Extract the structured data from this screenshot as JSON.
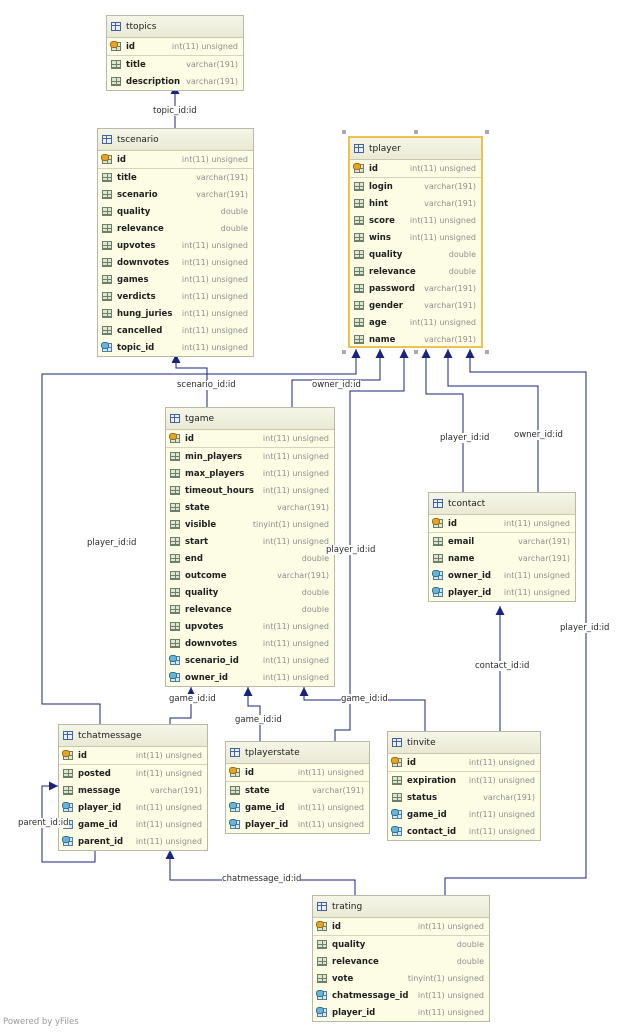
{
  "tables": [
    {
      "id": "ttopics",
      "name": "ttopics",
      "columns": [
        {
          "name": "id",
          "type": "int(11) unsigned",
          "kind": "pk"
        },
        {
          "name": "title",
          "type": "varchar(191)",
          "kind": "col"
        },
        {
          "name": "description",
          "type": "varchar(191)",
          "kind": "col"
        }
      ]
    },
    {
      "id": "tscenario",
      "name": "tscenario",
      "columns": [
        {
          "name": "id",
          "type": "int(11) unsigned",
          "kind": "pk"
        },
        {
          "name": "title",
          "type": "varchar(191)",
          "kind": "col"
        },
        {
          "name": "scenario",
          "type": "varchar(191)",
          "kind": "col"
        },
        {
          "name": "quality",
          "type": "double",
          "kind": "col"
        },
        {
          "name": "relevance",
          "type": "double",
          "kind": "col"
        },
        {
          "name": "upvotes",
          "type": "int(11) unsigned",
          "kind": "col"
        },
        {
          "name": "downvotes",
          "type": "int(11) unsigned",
          "kind": "col"
        },
        {
          "name": "games",
          "type": "int(11) unsigned",
          "kind": "col"
        },
        {
          "name": "verdicts",
          "type": "int(11) unsigned",
          "kind": "col"
        },
        {
          "name": "hung_juries",
          "type": "int(11) unsigned",
          "kind": "col"
        },
        {
          "name": "cancelled",
          "type": "int(11) unsigned",
          "kind": "col"
        },
        {
          "name": "topic_id",
          "type": "int(11) unsigned",
          "kind": "fk"
        }
      ]
    },
    {
      "id": "tplayer",
      "name": "tplayer",
      "selected": true,
      "columns": [
        {
          "name": "id",
          "type": "int(11) unsigned",
          "kind": "pk"
        },
        {
          "name": "login",
          "type": "varchar(191)",
          "kind": "col"
        },
        {
          "name": "hint",
          "type": "varchar(191)",
          "kind": "col"
        },
        {
          "name": "score",
          "type": "int(11) unsigned",
          "kind": "col"
        },
        {
          "name": "wins",
          "type": "int(11) unsigned",
          "kind": "col"
        },
        {
          "name": "quality",
          "type": "double",
          "kind": "col"
        },
        {
          "name": "relevance",
          "type": "double",
          "kind": "col"
        },
        {
          "name": "password",
          "type": "varchar(191)",
          "kind": "col"
        },
        {
          "name": "gender",
          "type": "varchar(191)",
          "kind": "col"
        },
        {
          "name": "age",
          "type": "int(11) unsigned",
          "kind": "col"
        },
        {
          "name": "name",
          "type": "varchar(191)",
          "kind": "col"
        }
      ]
    },
    {
      "id": "tgame",
      "name": "tgame",
      "columns": [
        {
          "name": "id",
          "type": "int(11) unsigned",
          "kind": "pk"
        },
        {
          "name": "min_players",
          "type": "int(11) unsigned",
          "kind": "col"
        },
        {
          "name": "max_players",
          "type": "int(11) unsigned",
          "kind": "col"
        },
        {
          "name": "timeout_hours",
          "type": "int(11) unsigned",
          "kind": "col"
        },
        {
          "name": "state",
          "type": "varchar(191)",
          "kind": "col"
        },
        {
          "name": "visible",
          "type": "tinyint(1) unsigned",
          "kind": "col"
        },
        {
          "name": "start",
          "type": "int(11) unsigned",
          "kind": "col"
        },
        {
          "name": "end",
          "type": "double",
          "kind": "col"
        },
        {
          "name": "outcome",
          "type": "varchar(191)",
          "kind": "col"
        },
        {
          "name": "quality",
          "type": "double",
          "kind": "col"
        },
        {
          "name": "relevance",
          "type": "double",
          "kind": "col"
        },
        {
          "name": "upvotes",
          "type": "int(11) unsigned",
          "kind": "col"
        },
        {
          "name": "downvotes",
          "type": "int(11) unsigned",
          "kind": "col"
        },
        {
          "name": "scenario_id",
          "type": "int(11) unsigned",
          "kind": "fk"
        },
        {
          "name": "owner_id",
          "type": "int(11) unsigned",
          "kind": "fk"
        }
      ]
    },
    {
      "id": "tcontact",
      "name": "tcontact",
      "columns": [
        {
          "name": "id",
          "type": "int(11) unsigned",
          "kind": "pk"
        },
        {
          "name": "email",
          "type": "varchar(191)",
          "kind": "col"
        },
        {
          "name": "name",
          "type": "varchar(191)",
          "kind": "col"
        },
        {
          "name": "owner_id",
          "type": "int(11) unsigned",
          "kind": "fk"
        },
        {
          "name": "player_id",
          "type": "int(11) unsigned",
          "kind": "fk"
        }
      ]
    },
    {
      "id": "tchatmessage",
      "name": "tchatmessage",
      "columns": [
        {
          "name": "id",
          "type": "int(11) unsigned",
          "kind": "pk"
        },
        {
          "name": "posted",
          "type": "int(11) unsigned",
          "kind": "col"
        },
        {
          "name": "message",
          "type": "varchar(191)",
          "kind": "col"
        },
        {
          "name": "player_id",
          "type": "int(11) unsigned",
          "kind": "fk"
        },
        {
          "name": "game_id",
          "type": "int(11) unsigned",
          "kind": "fk"
        },
        {
          "name": "parent_id",
          "type": "int(11) unsigned",
          "kind": "fk"
        }
      ]
    },
    {
      "id": "tplayerstate",
      "name": "tplayerstate",
      "columns": [
        {
          "name": "id",
          "type": "int(11) unsigned",
          "kind": "pk"
        },
        {
          "name": "state",
          "type": "varchar(191)",
          "kind": "col"
        },
        {
          "name": "game_id",
          "type": "int(11) unsigned",
          "kind": "fk"
        },
        {
          "name": "player_id",
          "type": "int(11) unsigned",
          "kind": "fk"
        }
      ]
    },
    {
      "id": "tinvite",
      "name": "tinvite",
      "columns": [
        {
          "name": "id",
          "type": "int(11) unsigned",
          "kind": "pk"
        },
        {
          "name": "expiration",
          "type": "int(11) unsigned",
          "kind": "col"
        },
        {
          "name": "status",
          "type": "varchar(191)",
          "kind": "col"
        },
        {
          "name": "game_id",
          "type": "int(11) unsigned",
          "kind": "fk"
        },
        {
          "name": "contact_id",
          "type": "int(11) unsigned",
          "kind": "fk"
        }
      ]
    },
    {
      "id": "trating",
      "name": "trating",
      "columns": [
        {
          "name": "id",
          "type": "int(11) unsigned",
          "kind": "pk"
        },
        {
          "name": "quality",
          "type": "double",
          "kind": "col"
        },
        {
          "name": "relevance",
          "type": "double",
          "kind": "col"
        },
        {
          "name": "vote",
          "type": "tinyint(1) unsigned",
          "kind": "col"
        },
        {
          "name": "chatmessage_id",
          "type": "int(11) unsigned",
          "kind": "fk"
        },
        {
          "name": "player_id",
          "type": "int(11) unsigned",
          "kind": "fk"
        }
      ]
    }
  ],
  "edges": [
    {
      "id": "e-topic",
      "label": "topic_id:id",
      "from": "tscenario",
      "to": "ttopics"
    },
    {
      "id": "e-scenario",
      "label": "scenario_id:id",
      "from": "tgame",
      "to": "tscenario"
    },
    {
      "id": "e-owner-game",
      "label": "owner_id:id",
      "from": "tgame",
      "to": "tplayer"
    },
    {
      "id": "e-player-chat",
      "label": "player_id:id",
      "from": "tchatmessage",
      "to": "tplayer"
    },
    {
      "id": "e-player-state",
      "label": "player_id:id",
      "from": "tplayerstate",
      "to": "tplayer"
    },
    {
      "id": "e-player-contact",
      "label": "player_id:id",
      "from": "tcontact",
      "to": "tplayer"
    },
    {
      "id": "e-owner-contact",
      "label": "owner_id:id",
      "from": "tcontact",
      "to": "tplayer"
    },
    {
      "id": "e-player-rating",
      "label": "player_id:id",
      "from": "trating",
      "to": "tplayer"
    },
    {
      "id": "e-contact",
      "label": "contact_id:id",
      "from": "tinvite",
      "to": "tcontact"
    },
    {
      "id": "e-game-chat",
      "label": "game_id:id",
      "from": "tchatmessage",
      "to": "tgame"
    },
    {
      "id": "e-game-state",
      "label": "game_id:id",
      "from": "tplayerstate",
      "to": "tgame"
    },
    {
      "id": "e-game-invite",
      "label": "game_id:id",
      "from": "tinvite",
      "to": "tgame"
    },
    {
      "id": "e-parent",
      "label": "parent_id:id",
      "from": "tchatmessage",
      "to": "tchatmessage"
    },
    {
      "id": "e-chatmessage",
      "label": "chatmessage_id:id",
      "from": "trating",
      "to": "tchatmessage"
    }
  ],
  "footer": "Powered by yFiles",
  "colors": {
    "edge": "#1a237e",
    "table_bg": "#fdfde6",
    "selected_border": "#f0c050"
  }
}
